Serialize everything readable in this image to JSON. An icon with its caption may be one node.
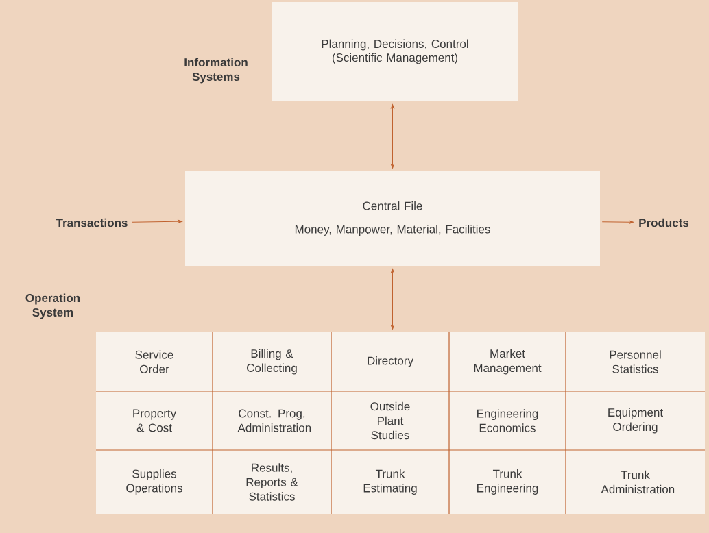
{
  "diagram": {
    "nodes": [
      {
        "text": [
          "Planning, Decisions, Control (Scientific Management)"
        ]
      },
      {
        "text": [
          "Central File",
          "Money, Manpower, Material, Facilities"
        ]
      },
      {
        "text": [
          "Transactions"
        ]
      },
      {
        "text": [
          "Products"
        ]
      },
      {
        "text": [],
        "shape": "box"
      },
      {
        "text": [
          "Service Order"
        ],
        "in": 4
      },
      {
        "text": [
          "Billing & Collecting"
        ],
        "in": 4
      },
      {
        "text": [
          "Directory"
        ],
        "in": 4
      },
      {
        "text": [
          "Market Management"
        ],
        "in": 4
      },
      {
        "text": [
          "Personnel Statistics"
        ],
        "in": 4
      },
      {
        "text": [
          "Property & Cost"
        ],
        "in": 4
      },
      {
        "text": [
          "Const. Prog. Administration"
        ],
        "in": 4
      },
      {
        "text": [
          "Outside Plant Studies"
        ],
        "in": 4
      },
      {
        "text": [
          "Engineering Economics"
        ],
        "in": 4
      },
      {
        "text": [
          "Equipment Ordering"
        ],
        "in": 4
      },
      {
        "text": [
          "Supplies Operations"
        ],
        "in": 4
      },
      {
        "text": [
          "Results, Reports & Statistics"
        ],
        "in": 4
      },
      {
        "text": [
          "Trunk Estimating"
        ],
        "in": 4
      },
      {
        "text": [
          "Trunk Engineering"
        ],
        "in": 4
      },
      {
        "text": [
          "Trunk Administration"
        ],
        "in": 4
      }
    ],
    "edges": [
      {
        "from": 0,
        "to": 1,
        "arrow": "both"
      },
      {
        "from": 2,
        "to": 1,
        "arrow": "to"
      },
      {
        "from": 1,
        "to": 3,
        "arrow": "to"
      },
      {
        "from": 1,
        "to": 4,
        "arrow": "both"
      }
    ],
    "labels": [
      "Information Systems",
      "Operation System"
    ]
  }
}
